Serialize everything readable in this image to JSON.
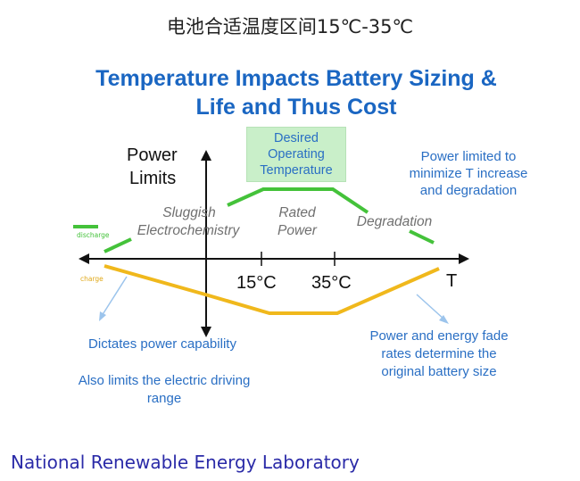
{
  "page": {
    "top_caption": "电池合适温度区间15℃-35℃",
    "footer": "National Renewable Energy Laboratory"
  },
  "diagram": {
    "title_line1": "Temperature Impacts Battery Sizing &",
    "title_line2": "Life and Thus Cost",
    "y_axis_label_line1": "Power",
    "y_axis_label_line2": "Limits",
    "x_axis_label": "T",
    "tick_15": "15°C",
    "tick_35": "35°C",
    "desired_box": [
      "Desired",
      "Operating",
      "Temperature"
    ],
    "region_sluggish": [
      "Sluggish",
      "Electrochemistry"
    ],
    "region_rated": [
      "Rated",
      "Power"
    ],
    "region_degradation": "Degradation",
    "legend_discharge": "discharge",
    "legend_charge": "charge",
    "note_power_limited": [
      "Power limited to",
      "minimize T increase",
      "and degradation"
    ],
    "note_dictates": "Dictates power capability",
    "note_also_limits": [
      "Also limits the electric driving",
      "range"
    ],
    "note_fade": [
      "Power and energy fade",
      "rates determine the",
      "original battery size"
    ],
    "colors": {
      "discharge_curve": "#44c23a",
      "charge_curve": "#f0b81c",
      "title": "#1a66c2",
      "note_text": "#2a6fc4",
      "footer": "#2b2ba8"
    }
  }
}
